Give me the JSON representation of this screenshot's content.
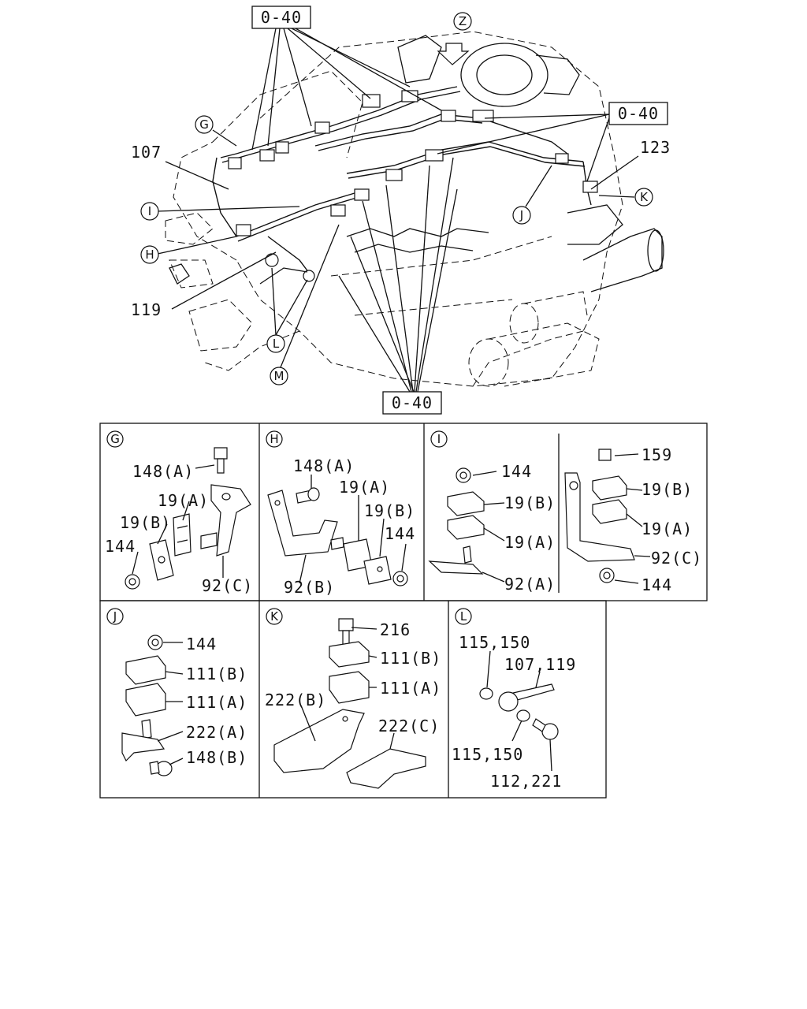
{
  "main_diagram": {
    "ref_boxes": [
      "0-40",
      "0-40",
      "0-40"
    ],
    "callout_letters": [
      "Z",
      "G",
      "I",
      "H",
      "L",
      "M",
      "J",
      "K"
    ],
    "part_labels": [
      "107",
      "119",
      "123"
    ]
  },
  "panels": {
    "G": {
      "letter": "G",
      "labels": [
        "148(A)",
        "19(A)",
        "19(B)",
        "144",
        "92(C)"
      ]
    },
    "H": {
      "letter": "H",
      "labels": [
        "148(A)",
        "19(A)",
        "19(B)",
        "144",
        "92(B)"
      ]
    },
    "I": {
      "letter": "I",
      "labels_left": [
        "144",
        "19(B)",
        "19(A)",
        "92(A)"
      ],
      "labels_right": [
        "159",
        "19(B)",
        "19(A)",
        "92(C)",
        "144"
      ]
    },
    "J": {
      "letter": "J",
      "labels": [
        "144",
        "111(B)",
        "111(A)",
        "222(A)",
        "148(B)"
      ]
    },
    "K": {
      "letter": "K",
      "labels": [
        "216",
        "111(B)",
        "111(A)",
        "222(B)",
        "222(C)"
      ]
    },
    "L": {
      "letter": "L",
      "labels": [
        "115,150",
        "107,119",
        "115,150",
        "112,221"
      ]
    }
  }
}
